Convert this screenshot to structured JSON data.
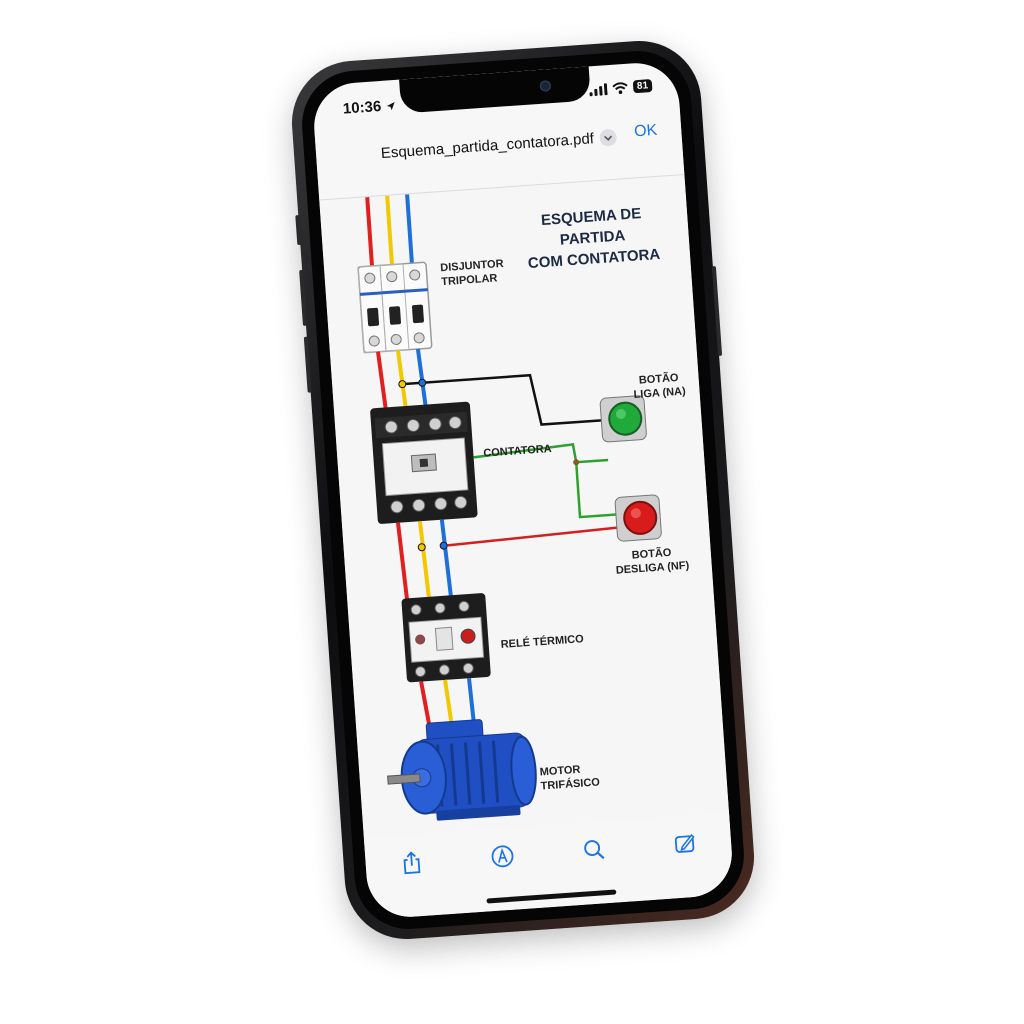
{
  "status_bar": {
    "time": "10:36",
    "battery": "81"
  },
  "nav": {
    "file_name": "Esquema_partida_contatora.pdf",
    "ok_label": "OK"
  },
  "document": {
    "title_line1": "ESQUEMA DE PARTIDA",
    "title_line2": "COM CONTATORA",
    "labels": {
      "breaker_line1": "DISJUNTOR",
      "breaker_line2": "TRIPOLAR",
      "contactor": "CONTATORA",
      "start_button_line1": "BOTÃO",
      "start_button_line2": "LIGA (NA)",
      "stop_button_line1": "BOTÃO",
      "stop_button_line2": "DESLIGA (NF)",
      "thermal_relay": "RELÉ TÉRMICO",
      "motor_line1": "MOTOR",
      "motor_line2": "TRIFÁSICO"
    }
  },
  "colors": {
    "accent": "#1a73e8",
    "phase_l1": "#e02020",
    "phase_l2": "#f2c800",
    "phase_l3": "#1e6fd8",
    "control_wire": "#111111",
    "green_wire": "#2ea02e",
    "red_wire": "#d02020",
    "start_button": "#1faa3a",
    "stop_button": "#d81c1c",
    "motor_blue": "#1f4fc2"
  },
  "toolbar": {
    "share_icon": "share-icon",
    "markup_icon": "markup-icon",
    "search_icon": "search-icon",
    "annotate_icon": "annotate-icon"
  }
}
